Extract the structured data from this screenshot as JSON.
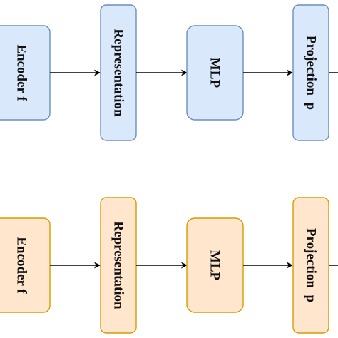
{
  "colors": {
    "blue_fill": "#dae8fc",
    "blue_stroke": "#6c8ebf",
    "orange_fill": "#ffe6cc",
    "orange_stroke": "#d79b00",
    "arrow": "#000000"
  },
  "top_branch": {
    "encoder": "Encoder  f",
    "representation": "Representation",
    "mlp": "MLP",
    "projection": "Projection  p"
  },
  "bottom_branch": {
    "encoder": "Encoder f",
    "representation": "Representation",
    "mlp": "MLP",
    "projection": "Projection  p"
  }
}
